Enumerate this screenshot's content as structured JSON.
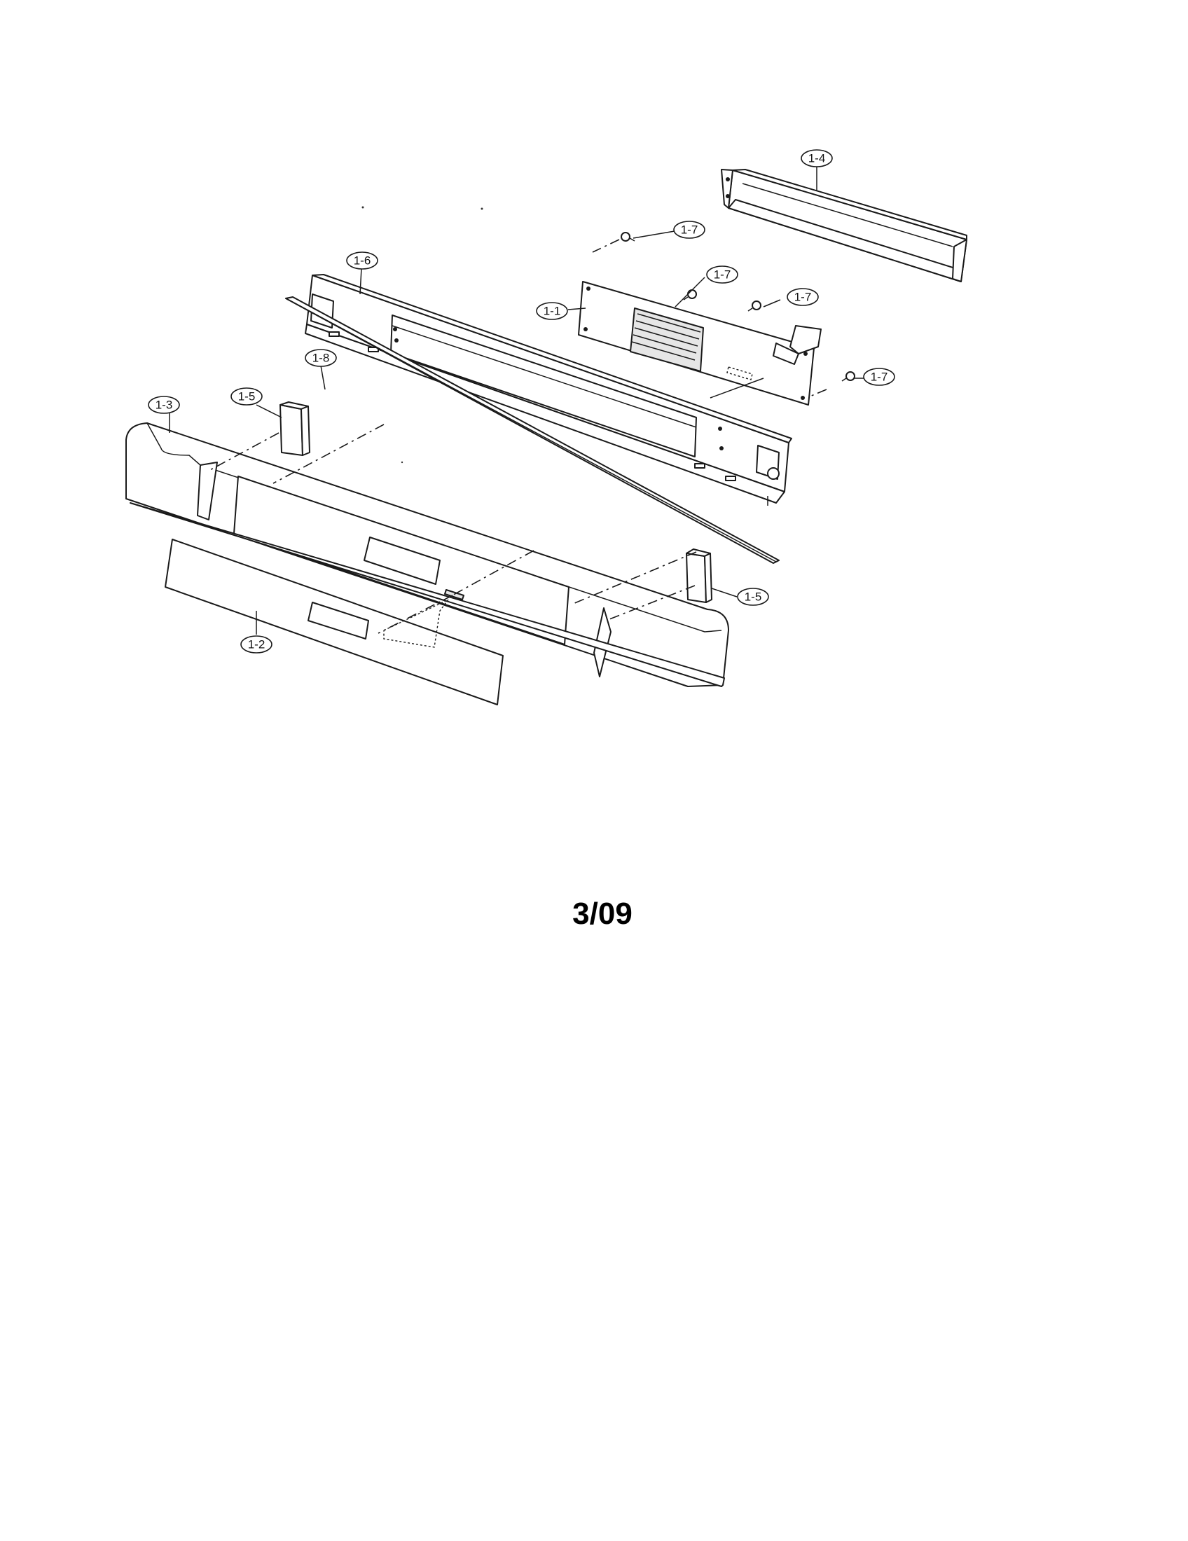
{
  "callouts": {
    "c1_1": "1-1",
    "c1_2": "1-2",
    "c1_3": "1-3",
    "c1_4": "1-4",
    "c1_5a": "1-5",
    "c1_5b": "1-5",
    "c1_6": "1-6",
    "c1_7a": "1-7",
    "c1_7b": "1-7",
    "c1_7c": "1-7",
    "c1_7d": "1-7",
    "c1_8": "1-8"
  },
  "page_number": "3/09"
}
